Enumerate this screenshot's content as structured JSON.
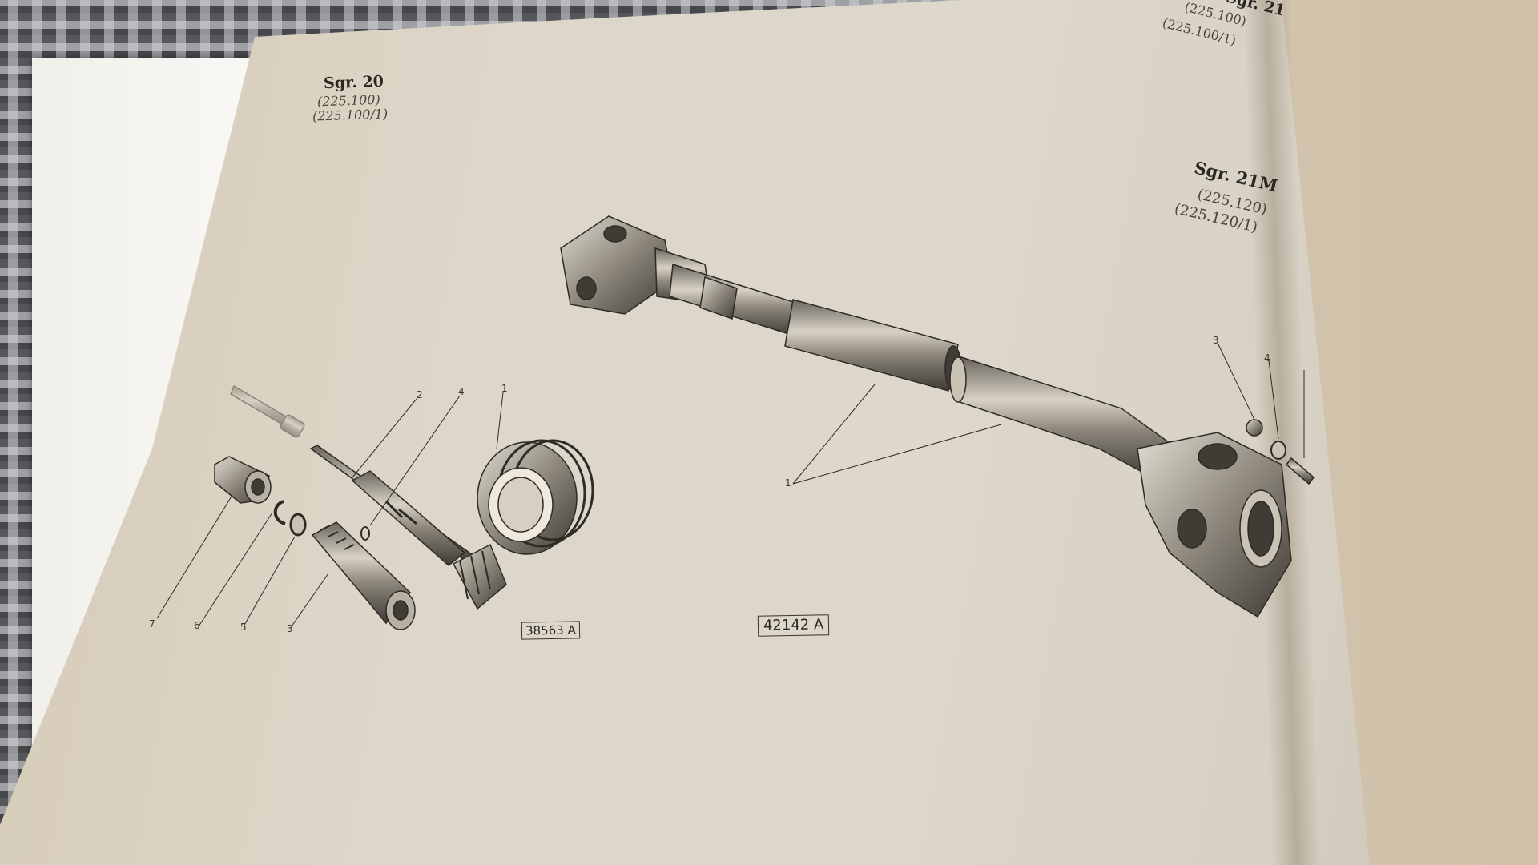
{
  "left_section": {
    "title": "Sgr. 20",
    "refs": [
      "(225.100)",
      "(225.100/1)"
    ]
  },
  "top_right_section": {
    "title": "Sgr. 21",
    "refs": [
      "(225.100)",
      "(225.100/1)"
    ]
  },
  "right_section": {
    "title": "Sgr. 21M",
    "refs": [
      "(225.120)",
      "(225.120/1)"
    ]
  },
  "figure_codes": [
    "38563 A",
    "42142 A"
  ],
  "left_figure_callouts": [
    "2",
    "4",
    "1",
    "7",
    "6",
    "5",
    "3"
  ],
  "right_figure_callouts": [
    "1",
    "3",
    "4"
  ]
}
